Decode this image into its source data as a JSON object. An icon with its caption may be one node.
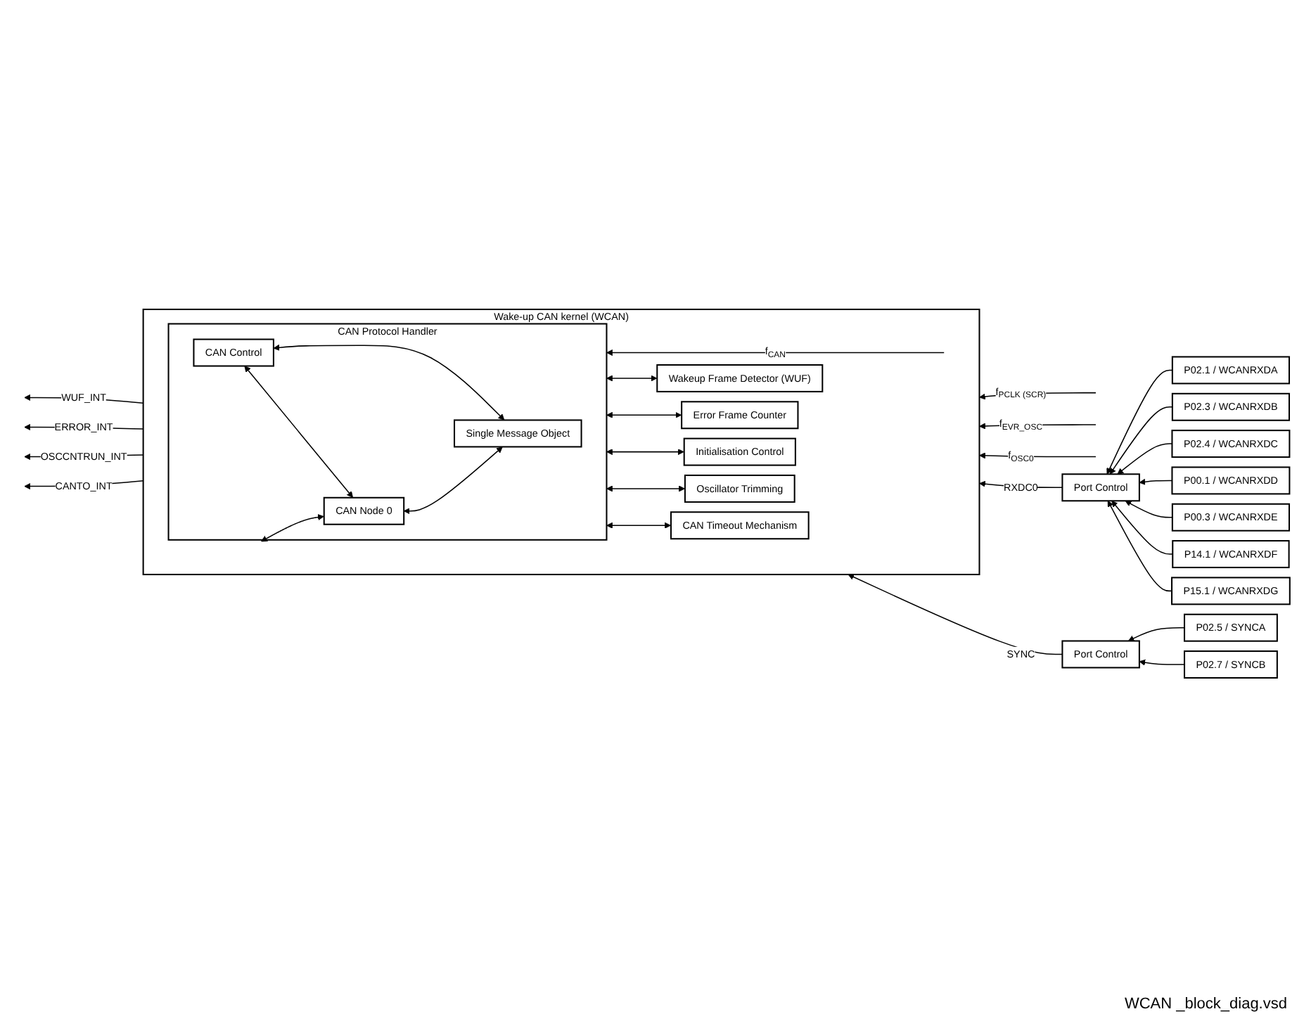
{
  "diagram": {
    "nodes": [
      {
        "text": [
          "Wake-up CAN kernel (WCAN)"
        ]
      },
      {
        "text": [
          "CAN Protocol Handler"
        ],
        "in": 0
      },
      {
        "text": [
          "Single Message Object"
        ],
        "in": 1
      },
      {
        "text": [
          "CAN Node 0"
        ],
        "in": 1
      },
      {
        "text": [
          "CAN Control"
        ],
        "in": 1
      },
      {
        "text": [
          "Wakeup Frame Detector (WUF)"
        ],
        "in": 0
      },
      {
        "text": [
          "Error Frame Counter"
        ],
        "in": 0
      },
      {
        "text": [
          "Initialisation Control"
        ],
        "in": 0
      },
      {
        "text": [
          "Oscillator Trimming"
        ],
        "in": 0
      },
      {
        "text": [
          "CAN Timeout Mechanism"
        ],
        "in": 0
      },
      {
        "text": [
          "Port Control"
        ]
      },
      {
        "text": [
          "Port Control"
        ]
      },
      {
        "text": [
          "P02.1 / WCANRXDA"
        ]
      },
      {
        "text": [
          "P02.3 / WCANRXDB"
        ]
      },
      {
        "text": [
          "P02.4 / WCANRXDC"
        ]
      },
      {
        "text": [
          "P00.1 / WCANRXDD"
        ]
      },
      {
        "text": [
          "P00.3 / WCANRXDE"
        ]
      },
      {
        "text": [
          "P14.1 / WCANRXDF"
        ]
      },
      {
        "text": [
          "P15.1 / WCANRXDG"
        ]
      },
      {
        "text": [
          "P02.5 / SYNCA"
        ]
      },
      {
        "text": [
          "P02.7 / SYNCB"
        ]
      }
    ],
    "edges": [
      {
        "from": null,
        "to": 0,
        "arrow": "to",
        "label": "f$_{PCLK (SCR)}$"
      },
      {
        "from": null,
        "to": 0,
        "arrow": "to",
        "label": "f$_{EVR_OSC}$"
      },
      {
        "from": null,
        "to": 0,
        "arrow": "to",
        "label": "f$_{OSC0}$"
      },
      {
        "from": null,
        "to": 1,
        "arrow": "to",
        "label": "f$_{CAN}$"
      },
      {
        "from": 0,
        "to": null,
        "arrow": "to",
        "label": "WUF_INT"
      },
      {
        "from": 0,
        "to": null,
        "arrow": "to",
        "label": "ERROR_INT"
      },
      {
        "from": 0,
        "to": null,
        "arrow": "to",
        "label": "OSCCNTRUN_INT"
      },
      {
        "from": 0,
        "to": null,
        "arrow": "to",
        "label": "CANTO_INT"
      },
      {
        "from": 5,
        "to": 1,
        "arrow": "both"
      },
      {
        "from": 6,
        "to": 1,
        "arrow": "both"
      },
      {
        "from": 7,
        "to": 1,
        "arrow": "both"
      },
      {
        "from": 8,
        "to": 1,
        "arrow": "both"
      },
      {
        "from": 9,
        "to": 1,
        "arrow": "both"
      },
      {
        "from": 2,
        "to": 3,
        "arrow": "both"
      },
      {
        "from": 3,
        "to": 1,
        "arrow": "both"
      },
      {
        "from": 2,
        "to": 4,
        "arrow": "both"
      },
      {
        "from": 3,
        "to": 4,
        "arrow": "both"
      },
      {
        "from": 10,
        "to": 0,
        "arrow": "to",
        "label": "RXDC0"
      },
      {
        "from": 11,
        "to": 0,
        "arrow": "to",
        "label": "SYNC"
      },
      {
        "from": 12,
        "to": 10,
        "arrow": "to"
      },
      {
        "from": 13,
        "to": 10,
        "arrow": "to"
      },
      {
        "from": 14,
        "to": 10,
        "arrow": "to"
      },
      {
        "from": 15,
        "to": 10,
        "arrow": "to"
      },
      {
        "from": 16,
        "to": 10,
        "arrow": "to"
      },
      {
        "from": 17,
        "to": 10,
        "arrow": "to"
      },
      {
        "from": 18,
        "to": 10,
        "arrow": "to"
      },
      {
        "from": 19,
        "to": 11,
        "arrow": "to"
      },
      {
        "from": 20,
        "to": 11,
        "arrow": "to"
      }
    ],
    "labels": [
      "WCAN _block_diag.vsd"
    ]
  }
}
